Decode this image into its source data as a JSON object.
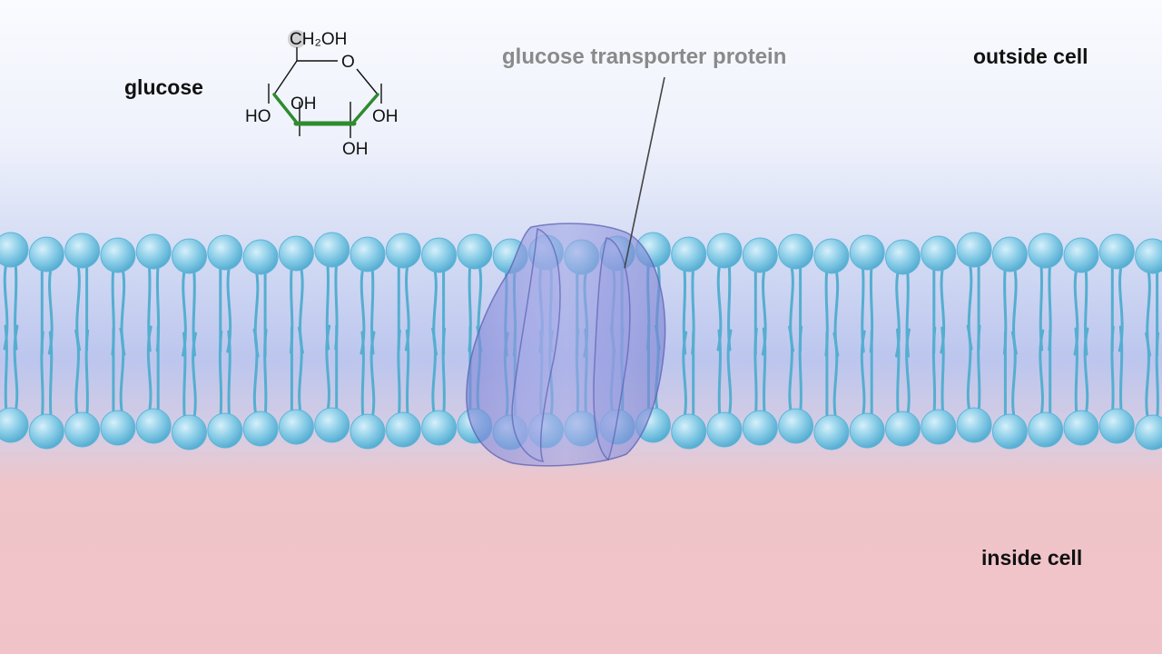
{
  "labels": {
    "glucose": "glucose",
    "outside_cell": "outside cell",
    "inside_cell": "inside cell",
    "transporter": "glucose transporter protein"
  },
  "molecule": {
    "ch2oh": "CH₂OH",
    "ring_o": "O",
    "ho_left": "HO",
    "oh_inner": "OH",
    "oh_right": "OH",
    "oh_bottom": "OH"
  },
  "colors": {
    "outside_bg": "#f6f8fd",
    "membrane_tint": "#b9c3ec",
    "inside_bg": "#efc5c9",
    "lipid_head": "#79c4e2",
    "lipid_tail": "#55aed0",
    "protein": "#8a8fd8",
    "leader_line": "#444444",
    "bond_green": "#2e8b2e"
  },
  "icons": {
    "lipid_head": "phospholipid-head-icon",
    "lipid_tail": "fatty-acid-tail-icon",
    "protein": "transmembrane-protein-icon"
  }
}
